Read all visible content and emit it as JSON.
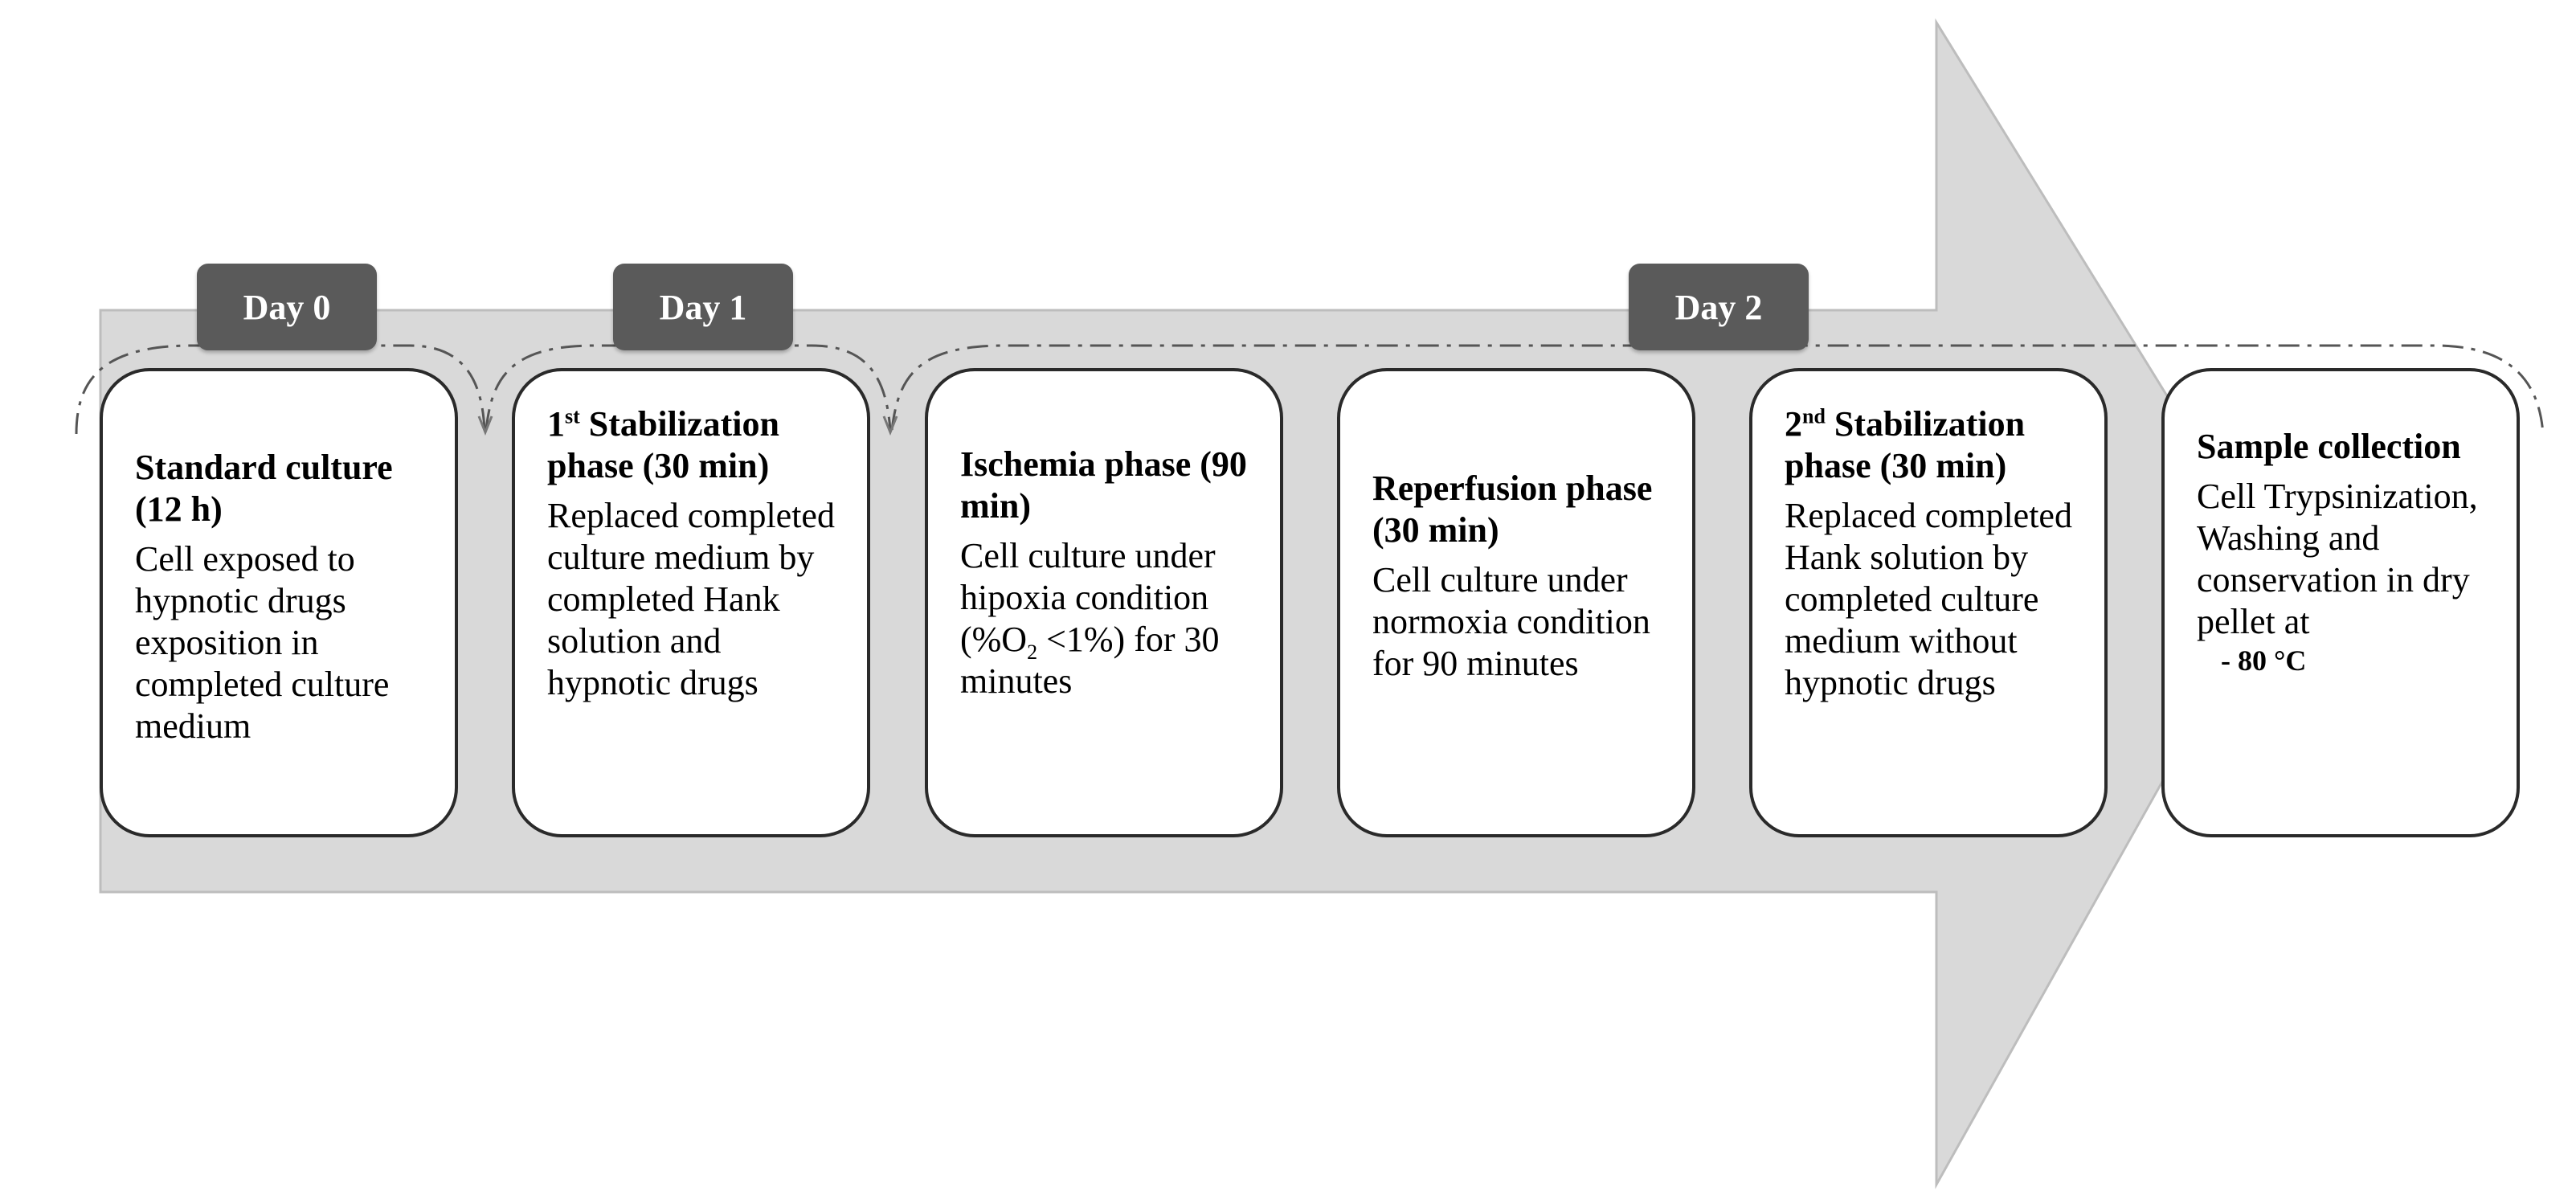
{
  "days": [
    {
      "label": "Day 0"
    },
    {
      "label": "Day 1"
    },
    {
      "label": "Day 2"
    }
  ],
  "phases": [
    {
      "title": "Standard culture (12 h)",
      "description": "Cell exposed to hypnotic drugs exposition in completed culture medium"
    },
    {
      "title_sup": "st",
      "title_rest": "Stabilization phase (30 min)",
      "title_num": "1",
      "description": "Replaced completed culture medium by completed Hank solution and hypnotic drugs"
    },
    {
      "title": "Ischemia phase (90 min)",
      "description_pre": "Cell culture under hipoxia condition (%O",
      "description_sub": "2",
      "description_post": " <1%) for 30 minutes"
    },
    {
      "title": "Reperfusion phase (30 min)",
      "description": "Cell culture under normoxia condition for 90 minutes"
    },
    {
      "title_num": "2",
      "title_sup": "nd",
      "title_rest": "Stabilization phase (30 min)",
      "description": "Replaced completed Hank solution by completed culture medium without hypnotic drugs"
    },
    {
      "title": "Sample collection",
      "description": "Cell Trypsinization, Washing and conservation in dry pellet at",
      "description_extra": "- 80 °C"
    }
  ]
}
